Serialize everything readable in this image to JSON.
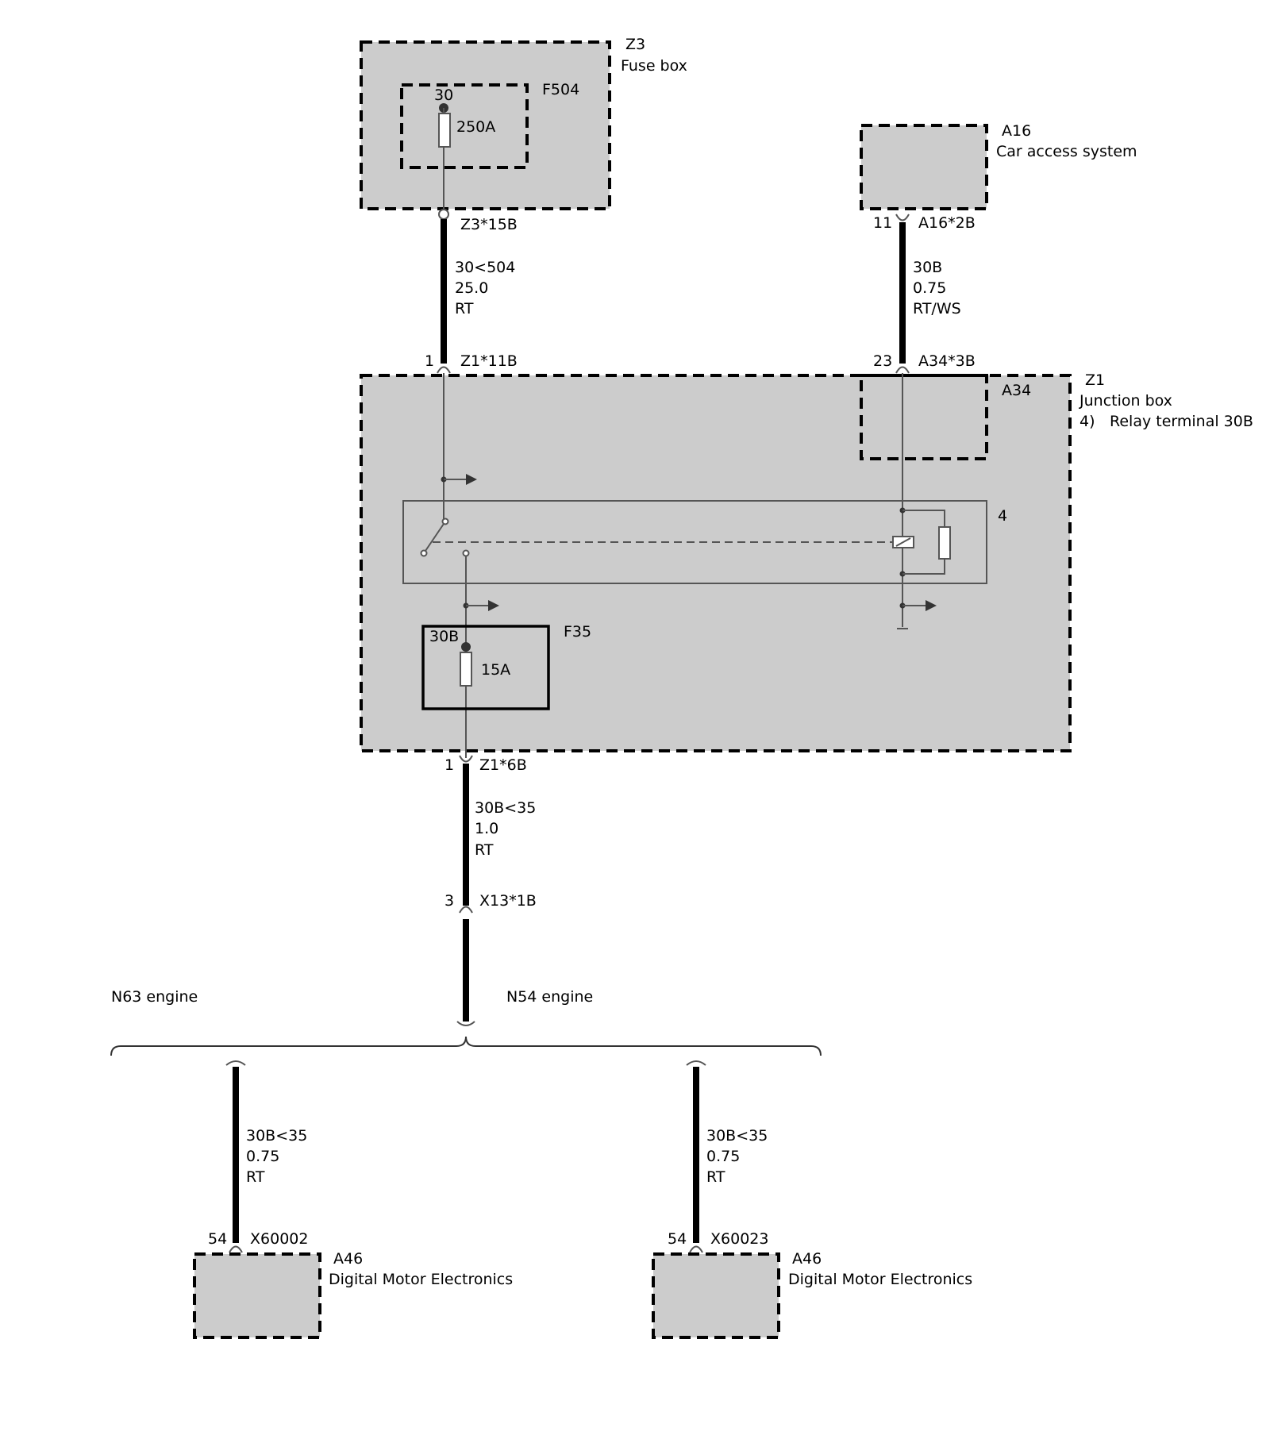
{
  "fuse_box": {
    "id": "Z3",
    "name": "Fuse box"
  },
  "fuse_f504": {
    "id": "F504",
    "terminal": "30",
    "rating": "250A"
  },
  "connector_z3_15b": {
    "label": "Z3*15B"
  },
  "wire_1": {
    "circuit": "30<504",
    "size": "25.0",
    "color": "RT"
  },
  "car_access": {
    "id": "A16",
    "name": "Car access system"
  },
  "connector_a16_2b": {
    "pin": "11",
    "label": "A16*2B"
  },
  "wire_2": {
    "circuit": "30B",
    "size": "0.75",
    "color": "RT/WS"
  },
  "connector_z1_11b": {
    "pin": "1",
    "label": "Z1*11B"
  },
  "connector_a34_3b": {
    "pin": "23",
    "label": "A34*3B"
  },
  "junction_box": {
    "id": "Z1",
    "name": "Junction box",
    "note_num": "4)",
    "note_text": "Relay terminal 30B"
  },
  "module_a34": {
    "id": "A34"
  },
  "relay": {
    "id": "4"
  },
  "fuse_f35": {
    "id": "F35",
    "terminal": "30B",
    "rating": "15A"
  },
  "connector_z1_6b": {
    "pin": "1",
    "label": "Z1*6B"
  },
  "wire_3": {
    "circuit": "30B<35",
    "size": "1.0",
    "color": "RT"
  },
  "connector_x13_1b": {
    "pin": "3",
    "label": "X13*1B"
  },
  "variants": {
    "left": "N63 engine",
    "right": "N54 engine"
  },
  "wire_4": {
    "circuit": "30B<35",
    "size": "0.75",
    "color": "RT"
  },
  "wire_5": {
    "circuit": "30B<35",
    "size": "0.75",
    "color": "RT"
  },
  "connector_x60002": {
    "pin": "54",
    "label": "X60002"
  },
  "connector_x60023": {
    "pin": "54",
    "label": "X60023"
  },
  "dme_left": {
    "id": "A46",
    "name": "Digital Motor Electronics"
  },
  "dme_right": {
    "id": "A46",
    "name": "Digital Motor Electronics"
  },
  "colors": {
    "component_fill": "#cccccc",
    "line": "#000000",
    "thin_line": "#555555"
  }
}
